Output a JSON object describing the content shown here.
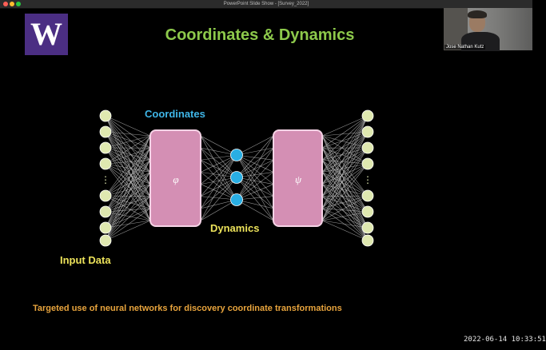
{
  "window": {
    "title": "PowerPoint Slide Show - [Survey_2022]"
  },
  "slide": {
    "logo_text": "W",
    "title": "Coordinates & Dynamics",
    "labels": {
      "coordinates": "Coordinates",
      "dynamics": "Dynamics",
      "input_data": "Input Data"
    },
    "encoder_symbol": "φ",
    "decoder_symbol": "ψ",
    "ellipsis": "⋮",
    "caption": "Targeted use of neural networks for discovery coordinate transformations"
  },
  "video": {
    "participant_name": "Jose Nathan Kutz"
  },
  "timestamp": "2022-06-14  10:33:51",
  "colors": {
    "title": "#8dc94b",
    "coordinates_label": "#3fb6e8",
    "dynamics_label": "#ece25a",
    "caption": "#e8a43d",
    "node": "#dfe8b0",
    "latent_node": "#29aee3",
    "box_fill": "#d48fb4",
    "uw_purple": "#4b2e83"
  }
}
